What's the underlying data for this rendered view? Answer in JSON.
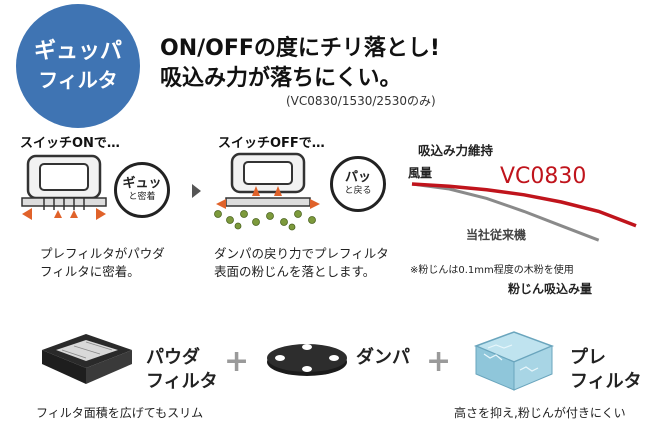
{
  "badge": {
    "line1": "ギュッパ",
    "line2": "フィルタ"
  },
  "headline": {
    "line1": "ON/OFFの度にチリ落とし!",
    "line2": "吸込み力が落ちにくい。",
    "note": "(VC0830/1530/2530のみ)"
  },
  "switch_on": {
    "title": "スイッチONで…",
    "badge_big": "ギュッ",
    "badge_small": "と密着",
    "caption_line1": "プレフィルタがパウダ",
    "caption_line2": "フィルタに密着。"
  },
  "switch_off": {
    "title": "スイッチOFFで…",
    "badge_big": "パッ",
    "badge_small": "と戻る",
    "caption_line1": "ダンパの戻り力でプレフィルタ",
    "caption_line2": "表面の粉じんを落とします。"
  },
  "chart_data": {
    "type": "line",
    "title": "吸込み力維持",
    "ylabel": "風量",
    "xlabel": "粉じん吸込み量",
    "annotation": "※粉じんは0.1mm程度の木粉を使用",
    "series": [
      {
        "name": "VC0830",
        "color": "#c0141c",
        "values": [
          1.0,
          0.97,
          0.92,
          0.85,
          0.75,
          0.62,
          0.42
        ]
      },
      {
        "name": "当社従来機",
        "color": "#8a8a8a",
        "values": [
          1.0,
          0.93,
          0.8,
          0.62,
          0.42,
          0.22
        ]
      }
    ],
    "grid": false
  },
  "parts": {
    "powder_label_1": "パウダ",
    "powder_label_2": "フィルタ",
    "plus": "+",
    "damper_label": "ダンパ",
    "pre_label_1": "プレ",
    "pre_label_2": "フィルタ",
    "caption_left": "フィルタ面積を広げてもスリム",
    "caption_right": "高さを抑え,粉じんが付きにくい"
  },
  "colors": {
    "badge": "#3f74b3",
    "accent_red": "#c0141c",
    "orange_arrow": "#e0622a",
    "particle_green": "#7d9a3c"
  }
}
